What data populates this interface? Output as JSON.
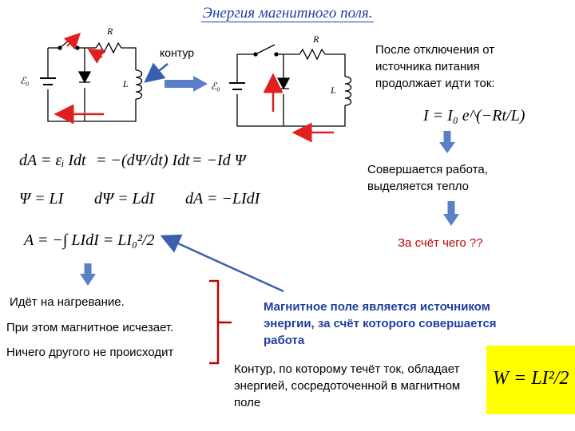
{
  "title": "Энергия магнитного поля.",
  "circuit1": {
    "label_contour": "контур",
    "label_R": "R",
    "label_L": "L",
    "label_emf": "ℰ₀"
  },
  "circuit2": {
    "label_R": "R",
    "label_L": "L",
    "label_emf": "ℰ₀"
  },
  "right_text": {
    "after_disconnect": "После отключения от источника питания продолжает идти ток:",
    "work_done": "Совершается работа, выделяется  тепло",
    "at_whose_cost": "За счёт чего ??"
  },
  "formulas": {
    "current_decay": "I = I₀ e^(−Rt/L)",
    "dA_1": "dA = εᵢ Idt",
    "dA_2": "= −(dΨ/dt) Idt",
    "dA_3": "= −Id Ψ",
    "psi": "Ψ = LI",
    "dpsi": "dΨ = LdI",
    "dA_4": "dA = −LIdI",
    "A_integral": "A = −∫ LIdI = LI₀²/2",
    "energy": "W = LI²/2"
  },
  "left_text": {
    "heating": "Идёт на нагревание.",
    "disappears": "При этом магнитное исчезает.",
    "nothing_else": "Ничего другого не происходит"
  },
  "conclusion": {
    "source": "Магнитное поле является источником энергии, за счёт которого совершается работа",
    "contour_energy": "Контур, по которому течёт ток, обладает энергией, сосредоточенной в магнитном поле"
  },
  "colors": {
    "title": "#1f3f9f",
    "blue_arrow": "#5b7fc6",
    "red_arrow": "#e02020",
    "highlight": "#ffff00"
  }
}
